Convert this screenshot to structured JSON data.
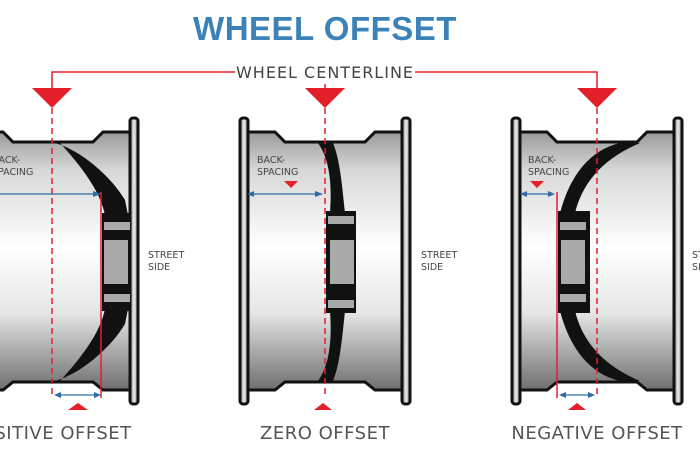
{
  "title": "WHEEL OFFSET",
  "centerline_label": "WHEEL CENTERLINE",
  "colors": {
    "title": "#3b82b8",
    "centerline": "#e3202a",
    "arrow": "#2e6da4",
    "spoke": "#111111",
    "hub": "#a9a9a9"
  },
  "wheels": [
    {
      "label": "POSITIVE OFFSET",
      "backspacing_line1": "BACK-",
      "backspacing_line2": "SPACING",
      "street_line1": "STREET",
      "street_line2": "SIDE"
    },
    {
      "label": "ZERO OFFSET",
      "backspacing_line1": "BACK-",
      "backspacing_line2": "SPACING",
      "street_line1": "STREET",
      "street_line2": "SIDE"
    },
    {
      "label": "NEGATIVE OFFSET",
      "backspacing_line1": "BACK-",
      "backspacing_line2": "SPACING",
      "street_line1": "STREET",
      "street_line2": "SIDE"
    }
  ]
}
